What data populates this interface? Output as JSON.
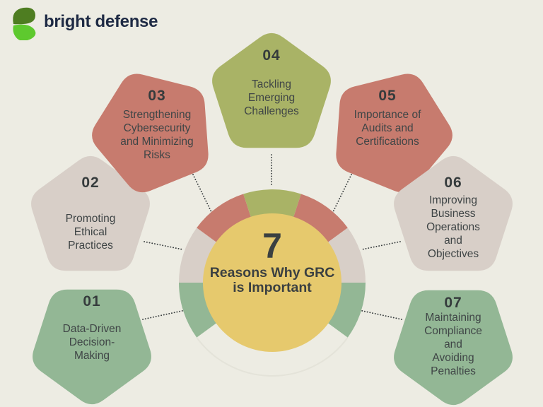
{
  "brand": {
    "name": "bright defense"
  },
  "center": {
    "number": "7",
    "title": "Reasons Why GRC\nis Important"
  },
  "pentagons": [
    {
      "number": "01",
      "label": "Data-Driven\nDecision-\nMaking",
      "color": "#93b795"
    },
    {
      "number": "02",
      "label": "Promoting\nEthical\nPractices",
      "color": "#d8cfc8"
    },
    {
      "number": "03",
      "label": "Strengthening\nCybersecurity\nand Minimizing\nRisks",
      "color": "#c77b6e"
    },
    {
      "number": "04",
      "label": "Tackling\nEmerging\nChallenges",
      "color": "#a9b366"
    },
    {
      "number": "05",
      "label": "Importance of\nAudits and\nCertifications",
      "color": "#c77b6e"
    },
    {
      "number": "06",
      "label": "Improving\nBusiness\nOperations\nand\nObjectives",
      "color": "#d8cfc8"
    },
    {
      "number": "07",
      "label": "Maintaining\nCompliance\nand\nAvoiding\nPenalties",
      "color": "#93b795"
    }
  ],
  "colors": {
    "background": "#edece3",
    "circle": "#e6c96d",
    "text": "#3b4041",
    "connector": "#3a3f40",
    "logo_navy": "#1e2a44",
    "leaf_dark": "#4e7d21",
    "leaf_light": "#5ec92e"
  }
}
